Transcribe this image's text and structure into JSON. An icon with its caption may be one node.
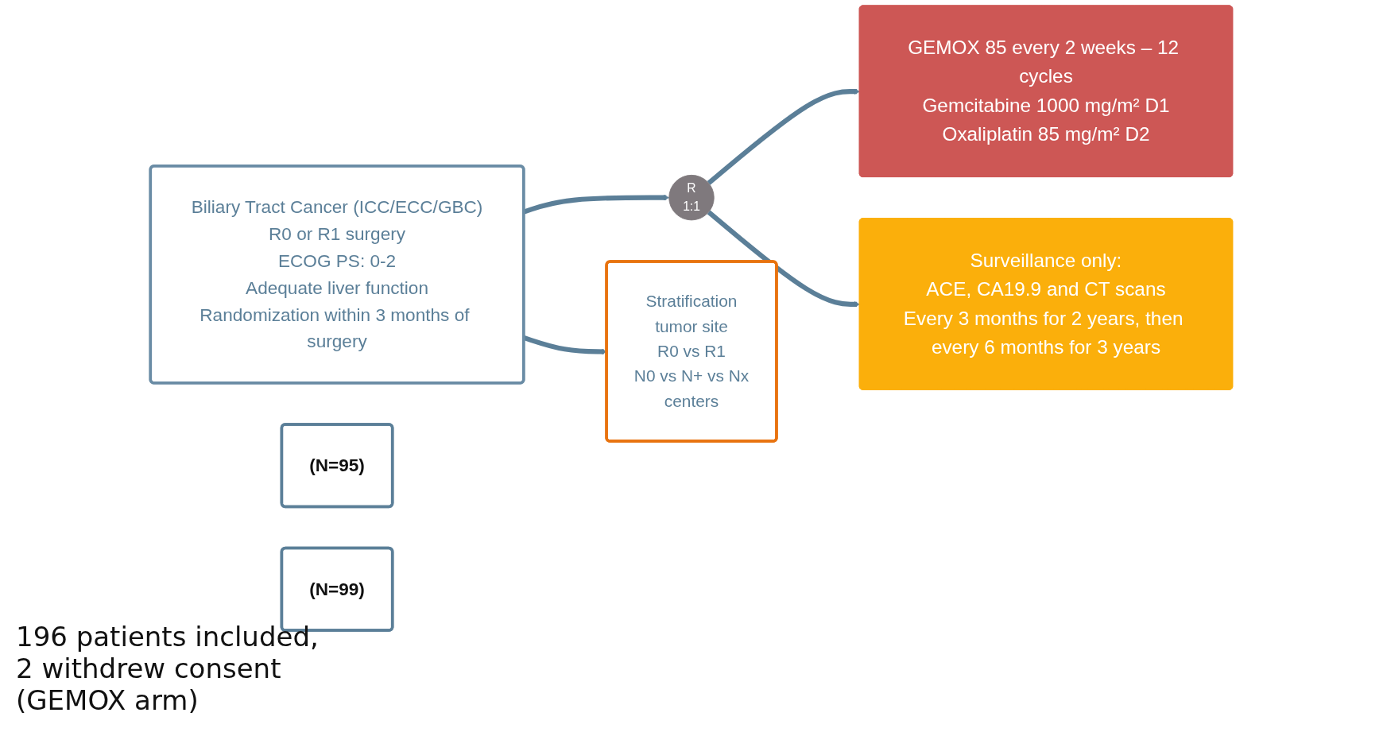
{
  "diagram": {
    "nodes": [
      {
        "text": [
          "Biliary Tract Cancer (ICC/ECC/GBC)",
          "R0 or R1 surgery",
          "ECOG PS: 0-2",
          "Adequate liver function",
          "Randomization within 3 months of surgery"
        ]
      },
      {
        "text": [
          "R",
          "1:1"
        ]
      },
      {
        "text": [
          "GEMOX 85 every 2 weeks – 12 cycles",
          "Gemcitabine 1000 mg/m² D1",
          "Oxaliplatin 85 mg/m² D2"
        ]
      },
      {
        "text": [
          "(N=95)"
        ]
      },
      {
        "text": [
          "Surveillance only:",
          "ACE, CA19.9 and CT scans",
          "Every 3 months for 2 years, then every 6 months for 3 years"
        ]
      },
      {
        "text": [
          "(N=99)"
        ]
      },
      {
        "text": [
          "Stratification",
          "tumor site",
          "R0 vs R1",
          "N0 vs N+ vs Nx",
          "centers"
        ]
      }
    ],
    "edges": [
      {
        "from": 0,
        "to": 1,
        "arrow": "to"
      },
      {
        "from": 0,
        "to": 6,
        "arrow": "to"
      },
      {
        "from": 1,
        "to": 2,
        "arrow": "to"
      },
      {
        "from": 1,
        "to": 4,
        "arrow": "to"
      }
    ],
    "labels": [
      "196 patients included, 2 withdrew consent (GEMOX arm)"
    ]
  }
}
